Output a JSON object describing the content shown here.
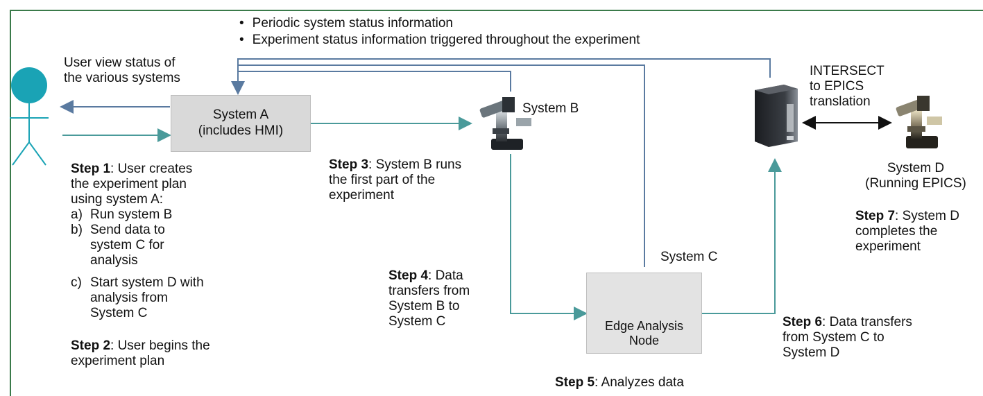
{
  "bullets": [
    "Periodic system status information",
    "Experiment status information triggered throughout the experiment"
  ],
  "user_view": [
    "User view status of",
    "the various systems"
  ],
  "system_a": [
    "System A",
    "(includes HMI)"
  ],
  "system_b": "System B",
  "system_c": "System C",
  "system_d": [
    "System D",
    "(Running EPICS)"
  ],
  "edge_node": [
    "Edge Analysis",
    "Node"
  ],
  "translator": [
    "INTERSECT",
    "to EPICS",
    "translation"
  ],
  "step1": {
    "label": "Step 1",
    "rest": ": User creates",
    "lines": [
      "the experiment plan",
      "using system A:"
    ],
    "items": [
      {
        "mark": "a)",
        "lines": [
          "Run system B"
        ]
      },
      {
        "mark": "b)",
        "lines": [
          "Send data to",
          "system C for",
          "analysis"
        ]
      },
      {
        "mark": "c)",
        "lines": [
          "Start system D with",
          "analysis from",
          "System C"
        ]
      }
    ]
  },
  "step2": {
    "label": "Step 2",
    "rest": ": User begins the",
    "lines": [
      "experiment plan"
    ]
  },
  "step3": {
    "label": "Step 3",
    "rest": ": System B runs",
    "lines": [
      "the first part of the",
      "experiment"
    ]
  },
  "step4": {
    "label": "Step 4",
    "rest": ": Data",
    "lines": [
      "transfers from",
      "System B to",
      "System C"
    ]
  },
  "step5": {
    "label": "Step 5",
    "rest": ": Analyzes data"
  },
  "step6": {
    "label": "Step 6",
    "rest": ": Data transfers",
    "lines": [
      "from System C to",
      "System D"
    ]
  },
  "step7": {
    "label": "Step 7",
    "rest": ": System D",
    "lines": [
      "completes the",
      "experiment"
    ]
  },
  "colors": {
    "frame": "#3a7a4a",
    "arrow_teal": "#4a9a9a",
    "arrow_blue": "#5a7aa0",
    "actor_head": "#1aa3b5"
  },
  "icons": {
    "actor": "stick-figure-icon",
    "microscope": "microscope-icon",
    "server": "server-tower-icon",
    "edge": "edge-node-icon"
  }
}
